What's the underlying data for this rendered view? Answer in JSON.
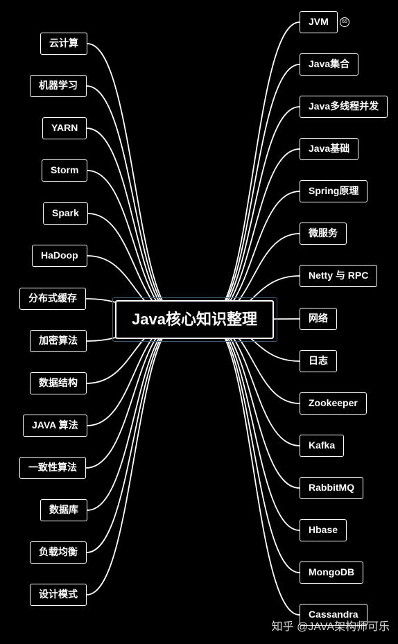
{
  "title": "Java核心知识整理",
  "left_topics": [
    "云计算",
    "机器学习",
    "YARN",
    "Storm",
    "Spark",
    "HaDoop",
    "分布式缓存",
    "加密算法",
    "数据结构",
    "JAVA 算法",
    "一致性算法",
    "数据库",
    "负载均衡",
    "设计模式"
  ],
  "right_topics": [
    "JVM",
    "Java集合",
    "Java多线程并发",
    "Java基础",
    "Spring原理",
    "微服务",
    "Netty 与 RPC",
    "网络",
    "日志",
    "Zookeeper",
    "Kafka",
    "RabbitMQ",
    "Hbase",
    "MongoDB",
    "Cassandra"
  ],
  "jvm_marker": "65",
  "watermark": "知乎 @JAVA架构师可乐",
  "colors": {
    "background": "#000000",
    "line": "#ffffff",
    "box_border": "#ffffff",
    "center_outer_border": "#3c5f7c"
  }
}
